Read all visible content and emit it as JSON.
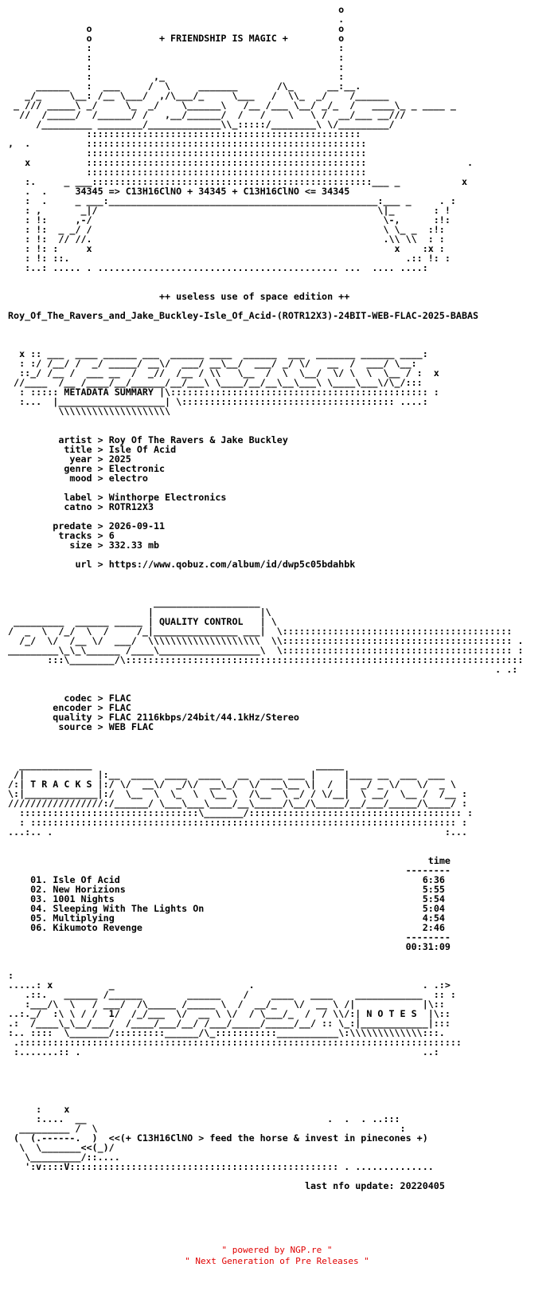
{
  "header_art": "                                                           o\n                                                           .\n              o                                            o\n              o            + FRIENDSHIP IS MAGIC +         o\n              :                                            :\n              :                                            :\n              :                                            :\n              :           ,_                               :\n     ______   :  ___     /  \\     _______       /\\_      __:__.\n   _/_     \\__: /__ \\___/  ,/\\___/_     \\___   /  \\\\_  _/    /______\n _ /// _____\\ _/     \\_  _/    \\______\\   /__ /___ \\__/ _/_  /   ____\\_ _ ____ _\n  //  /_____/  /______/ /   ,__/______/  /   /    \\   \\ /  __/___ __/// \n     /_________ ________/_____________\\\\_:::::/________\\ \\/_________/\n              :::::::::::::::::::::::::::::::::::::::::::::::::\n,  .          ::::::::::::::::::::::::::::::::::::::::::::::::::\n              ::::::::::::::::::::::::::::::::::::::::::::::::::\n   x          ::::::::::::::::::::::::::::::::::::::::::::::::::                  .\n              ::::::::::::::::::::::::::::::::::::::::::::::::::\n   :.     _ ___::::::::::::::::::::::::::::::::::::::::::::::::::___ _           x",
  "formula_line": "   .  .     34345 => C13H16ClNO + 34345 + C13H16ClNO <= 34345",
  "mid_art": "   :  .     _ ___:________________________________________________:___ _     . :\n   : ,       _|/                                                  \\|_       : !\n   : !:     ,-/                                                    \\-,      :!:\n   : !:  _ _/ /                                                    \\ \\_ _  :!:\n   : !:  // //.                                                    .\\\\ \\\\  : :\n   : !: :     x                                                      x    :x :\n   : !: ::.                                                            .:: !: :\n   :..: ..... . ........................................... ...  .... ....:",
  "edition": "++ useless use of space edition ++",
  "release_name": "Roy_Of_The_Ravers_and_Jake_Buckley-Isle_Of_Acid-(ROTR12X3)-24BIT-WEB-FLAC-2025-BABAS",
  "meta_art": "  x :: ___  ____ ______ ___  ______ ____  ______  ___  _______ ______ ____: \n  : :/ /__/ /  _/ _____/ __\\/  ___/ __\\__/  ___/ _/ \\/   __  /  ___/ \\__:\n  ::_/ /__ /  ___ __  /  _//  /__ / \\\\   \\__  /  \\  \\__/  \\/ \\  \\  \\__ / :  x\n //____  /__ /____/__/______/__/___\\ \\____/__/__\\__\\___\\ \\____\\___\\/\\_/:::\n  : ::::: METADATA SUMMARY |\\:::::::::::::::::::::::::::::::::::::::::::::: :\n  :...  |___________________| \\:::::::::::::::::::::::::::::::::::::: ....:\n         \\\\\\\\\\\\\\\\\\\\\\\\\\\\\\\\\\\\\\\\",
  "metadata": [
    {
      "k": "artist",
      "v": "Roy Of The Ravers & Jake Buckley"
    },
    {
      "k": "title",
      "v": "Isle Of Acid"
    },
    {
      "k": "year",
      "v": "2025"
    },
    {
      "k": "genre",
      "v": "Electronic"
    },
    {
      "k": "mood",
      "v": "electro"
    },
    {
      "k": "",
      "v": ""
    },
    {
      "k": "label",
      "v": "Winthorpe Electronics"
    },
    {
      "k": "catno",
      "v": "ROTR12X3"
    },
    {
      "k": "",
      "v": ""
    },
    {
      "k": "predate",
      "v": "2026-09-11"
    },
    {
      "k": "tracks",
      "v": "6"
    },
    {
      "k": "size",
      "v": "332.33 mb"
    },
    {
      "k": "",
      "v": ""
    },
    {
      "k": "url",
      "v": "https://www.qobuz.com/album/id/dwp5c05bdahbk"
    }
  ],
  "quality_art": "                          ___________________\n                         |                   |\\\n _________  ______ _____ | QUALITY CONTROL   | \\\n/  _  \\  /_/  \\  /     /_|_______________ ___|  \\:::::::::::::::::::::::::::::::::::::::::\n  /_/  \\/  /__ \\/  ___/  \\\\\\\\\\\\\\\\\\\\\\\\\\\\\\\\\\\\\\\\  \\\\::::::::::::::::::::::::::::::::::::::::: .\n_________\\_\\_\\______ /____\\__________________\\  \\::::::::::::::::::::::::::::::::::::::::: :\n       :::\\________/\\:::::::::::::::::::::::::::::::::::::::::::::::::::::::::::::::::::::::\n                                                                                       . .:",
  "quality": [
    {
      "k": "codec",
      "v": "FLAC"
    },
    {
      "k": "encoder",
      "v": "FLAC"
    },
    {
      "k": "quality",
      "v": "FLAC 2116kbps/24bit/44.1kHz/Stereo"
    },
    {
      "k": "source",
      "v": "WEB FLAC"
    }
  ],
  "tracks_art": "  _____________                                        _____                    \n /|             |:__  ____  ____  ____   __  ____ ___ |     |____ __  ___  ___  \n/:| T R A C K S |:/ \\/  __\\/  _/\\/  __\\_/  \\/  __\\__ \\|  /  |  _/ _ \\/   \\/  _ \\\n\\:|_____________|:/  \\__  \\  \\_  \\  \\__ \\  /\\__  \\ _/ / \\/__|  \\ __/  \\__ /  /__ :\n/////////////////:/______/ \\___\\___\\____/__\\_____/\\__/\\_____/__/___/_____/\\____/ :\n  ::::::::::::::::::::::::::::::::\\_______/:::::::::::::::::::::::::::::::::::::: :\n  : :::::::::::::::::::::::::::::::::::::::::::::::::::::::::::::::::::::::::::: :\n...:.. .                                                                      :...",
  "tracks_header": "time",
  "tracks": [
    {
      "n": "01.",
      "t": "Isle Of Acid",
      "d": "6:36"
    },
    {
      "n": "02.",
      "t": "New Horizions",
      "d": "5:55"
    },
    {
      "n": "03.",
      "t": "1001 Nights",
      "d": "5:54"
    },
    {
      "n": "04.",
      "t": "Sleeping With The Lights On",
      "d": "5:04"
    },
    {
      "n": "05.",
      "t": "Multiplying",
      "d": "4:54"
    },
    {
      "n": "06.",
      "t": "Kikumoto Revenge",
      "d": "2:46"
    }
  ],
  "total_time": "00:31:09",
  "notes_art": ":\n.....: x          _                        .                              . .:>\n   .::.   ______ /______        ______    /    ____   ____    ____________  :: :\n   :___/\\  \\   / ___/  /\\_____ /_____ \\  /  __/_   \\/  __ \\ /|            |\\::\n..:._/  :\\ \\ / /  1/  /_/___  \\/  __ \\ \\/  / \\___/_  /  / \\\\/:| N O T E S  |\\::\n.:  /____\\_\\__/___/  /____/___/__/ /___/_____/_____/__/ :: \\_:|____________|:::\n:.. ::::  \\_______/:::::::::______/\\_:::::::::::___________\\:\\\\\\\\\\\\\\\\\\\\\\\\\\:::.\n .:::::::::::::::::::::::::::::::::::::::::::::::::::::::::::::::::::::::::::::::\n :.......:: .                                                             ..:",
  "outro_art": "     :    x\n     :....  __                                           .  .  . ..:::\n  _________ /  \\                                                      :\n (  (.------.  )  <<(+ C13H16ClNO > feed the horse & invest in pinecones +)\n  \\  \\_______<<(_)/                                                     \n   \\_________/::....\n   ':v::::V:::::::::::::::::::::::::::::::::::::::::::::::: . ..............",
  "last_update": "last nfo update: 20220405",
  "footer_line1": "\" powered by NGP.re \"",
  "footer_line2": "\" Next Generation of Pre Releases \""
}
